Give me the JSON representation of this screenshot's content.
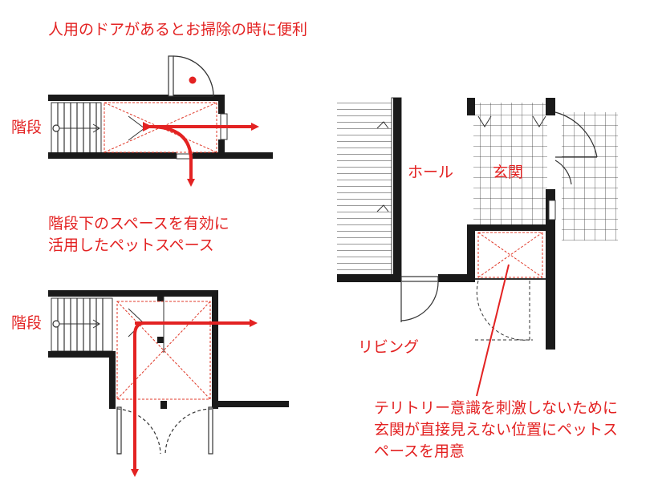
{
  "annotations": {
    "top_note": "人用のドアがあるとお掃除の時に便利",
    "stairs_top": "階段",
    "middle_note_line1": "階段下のスペースを有効に",
    "middle_note_line2": "活用したペットスペース",
    "stairs_bottom": "階段",
    "hall": "ホール",
    "entrance": "玄関",
    "living": "リビング",
    "right_note_line1": "テリトリー意識を刺激しないために",
    "right_note_line2": "玄関が直接見えない位置にペットス",
    "right_note_line3": "ペースを用意"
  },
  "colors": {
    "annotation_red": "#e32222",
    "wall_black": "#1a1a1a",
    "pet_space_dashed": "#e03a2a"
  }
}
